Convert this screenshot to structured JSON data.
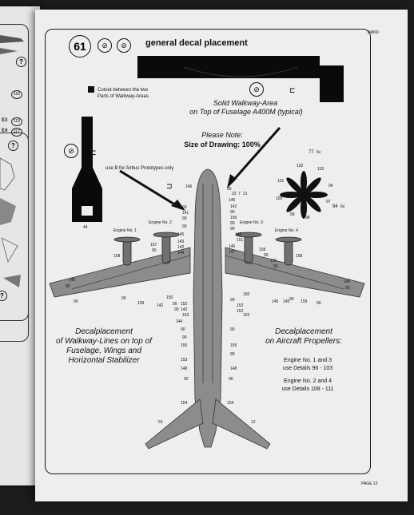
{
  "page": {
    "corner_code": "04800",
    "step_number": "61",
    "title": "general decal placement",
    "cutout_note": "Cutout between the two Parts of Walkway-Areas",
    "cutout_note_lines": [
      "Cutout between the two",
      "Parts of Walkway-Areas"
    ],
    "walkway_heading_lines": [
      "Solid Walkway-Area",
      "on Top of Fuselage A400M (typical)"
    ],
    "please_note": "Please Note:",
    "size_note": "Size of Drawing: 100%",
    "airbus_note": "use B for Airbus Prototypes only",
    "part_44": "44",
    "left_caption_lines": [
      "Decalplacement",
      "of Walkway-Lines on top of",
      "Fuselage, Wings and",
      "Horizontal Stabilizer"
    ],
    "right_caption_lines": [
      "Decalplacement",
      "on Aircraft Propellers:"
    ],
    "engine13_lines": [
      "Engine No. 1 and 3",
      "use Details 96 - 103"
    ],
    "engine24_lines": [
      "Engine No. 2 and 4",
      "use Details 108 - 111"
    ],
    "page_number": "PAGE 13"
  },
  "engines": [
    "Engine No. 1",
    "Engine No. 2",
    "Engine No. 3",
    "Engine No. 4"
  ],
  "propeller": {
    "top_label": "77",
    "top_suffix": "6x",
    "side_label": "94",
    "side_suffix": "6x",
    "labels": [
      "102",
      "103",
      "101",
      "96",
      "100",
      "97",
      "99",
      "98"
    ]
  },
  "icons": [
    "prohibited-icon",
    "prohibited-icon",
    "decal-icon",
    "prohibited-icon",
    "prohibited-icon"
  ],
  "left_page": {
    "labels": [
      "E3",
      "E4"
    ],
    "numbers": [
      "116",
      "115",
      "117"
    ],
    "q": "?"
  },
  "callouts": {
    "nose": [
      "146",
      "90",
      "22",
      "7",
      "21",
      "145",
      "142",
      "90",
      "156",
      "90",
      "90",
      "145",
      "151"
    ],
    "nose_left": [
      "90",
      "141",
      "90",
      "90",
      "145"
    ],
    "left_mid": [
      "157",
      "90",
      "143",
      "142",
      "144"
    ],
    "right_mid": [
      "146",
      "147",
      "158",
      "90",
      "136",
      "90"
    ],
    "wing_left": [
      "158",
      "146",
      "90",
      "90",
      "159",
      "90"
    ],
    "wing_right": [
      "146",
      "90",
      "90",
      "159",
      "145",
      "145",
      "90",
      "158"
    ],
    "center_left": [
      "150",
      "142",
      "90",
      "152",
      "90",
      "142",
      "153",
      "144"
    ],
    "center_right": [
      "150",
      "90",
      "152",
      "152",
      "153"
    ],
    "fuselage_left": [
      "90",
      "90",
      "155",
      "153",
      "148",
      "90",
      "154",
      "53"
    ],
    "fuselage_right": [
      "90",
      "155",
      "90",
      "148",
      "90",
      "154",
      "12"
    ]
  }
}
